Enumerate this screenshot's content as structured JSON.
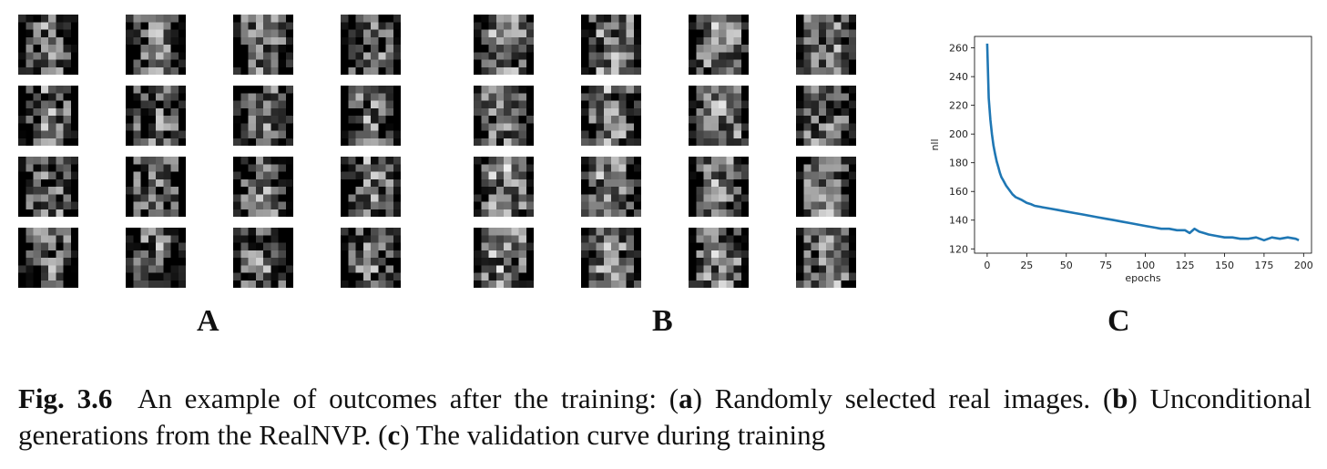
{
  "panels": {
    "a": {
      "label": "A",
      "description_for_alt": "",
      "seeds": [
        11,
        23,
        37,
        41,
        53,
        67,
        71,
        83,
        97,
        101,
        113,
        127,
        131,
        149,
        151,
        163
      ]
    },
    "b": {
      "label": "B",
      "seeds": [
        211,
        223,
        227,
        229,
        233,
        239,
        241,
        251,
        257,
        263,
        269,
        271,
        277,
        281,
        283,
        293
      ]
    },
    "c": {
      "label": "C"
    }
  },
  "caption": {
    "fig_label": "Fig. 3.6",
    "text_1": "An example of outcomes after the training: (",
    "a": "a",
    "text_2": ") Randomly selected real images. (",
    "b": "b",
    "text_3": ") Unconditional generations from the RealNVP. (",
    "c": "c",
    "text_4": ") The validation curve during training"
  },
  "chart_data": {
    "type": "line",
    "xlabel": "epochs",
    "ylabel": "nll",
    "xlim": [
      -8,
      205
    ],
    "ylim": [
      117,
      268
    ],
    "xticks": [
      0,
      25,
      50,
      75,
      100,
      125,
      150,
      175,
      200
    ],
    "yticks": [
      120,
      140,
      160,
      180,
      200,
      220,
      240,
      260
    ],
    "grid": false,
    "color": "#1f77b4",
    "series": [
      {
        "x": [
          0,
          1,
          2,
          3,
          4,
          5,
          6,
          7,
          8,
          9,
          10,
          12,
          14,
          16,
          18,
          20,
          22,
          25,
          28,
          30,
          35,
          40,
          45,
          50,
          55,
          60,
          65,
          70,
          75,
          80,
          85,
          90,
          95,
          100,
          105,
          110,
          115,
          120,
          125,
          128,
          131,
          134,
          137,
          140,
          145,
          150,
          155,
          160,
          165,
          170,
          175,
          180,
          185,
          190,
          195,
          197
        ],
        "y": [
          263,
          225,
          210,
          200,
          192,
          186,
          181,
          177,
          173,
          170,
          168,
          164,
          161,
          158,
          156,
          155,
          154,
          152,
          151,
          150,
          149,
          148,
          147,
          146,
          145,
          144,
          143,
          142,
          141,
          140,
          139,
          138,
          137,
          136,
          135,
          134,
          134,
          133,
          133,
          131,
          134,
          132,
          131,
          130,
          129,
          128,
          128,
          127,
          127,
          128,
          126,
          128,
          127,
          128,
          127,
          126
        ]
      }
    ]
  }
}
